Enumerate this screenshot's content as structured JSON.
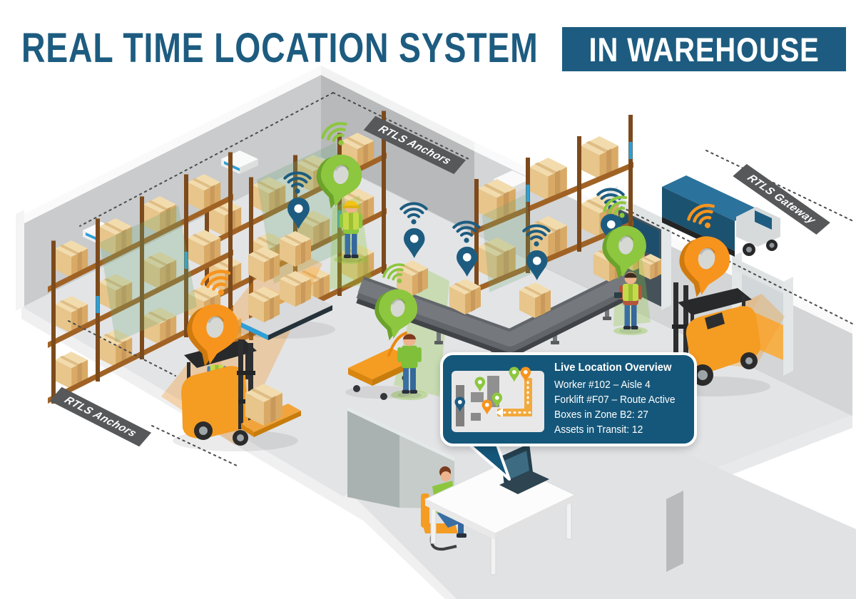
{
  "header": {
    "title": "REAL TIME LOCATION SYSTEM",
    "badge": "IN WAREHOUSE"
  },
  "scene_labels": {
    "anchors_top": "RTLS Anchors",
    "anchors_left": "RTLS Anchors",
    "gateway": "RTLS Gateway"
  },
  "callout": {
    "title": "Live Location Overview",
    "lines": [
      "Worker #102 – Aisle 4",
      "Forklift #F07 – Route Active",
      "Boxes in Zone B2: 27",
      "Assets in Transit: 12"
    ]
  },
  "icons": {
    "location_pin": "location-pin",
    "wifi_signal": "wifi-arcs"
  },
  "colors": {
    "brand_teal": "#1d5c80",
    "callout_bg": "#15577a",
    "pin_green": "#8dc63f",
    "pin_orange": "#f7941e",
    "pin_blue": "#1d5c80",
    "banner_gray": "#57585a"
  }
}
